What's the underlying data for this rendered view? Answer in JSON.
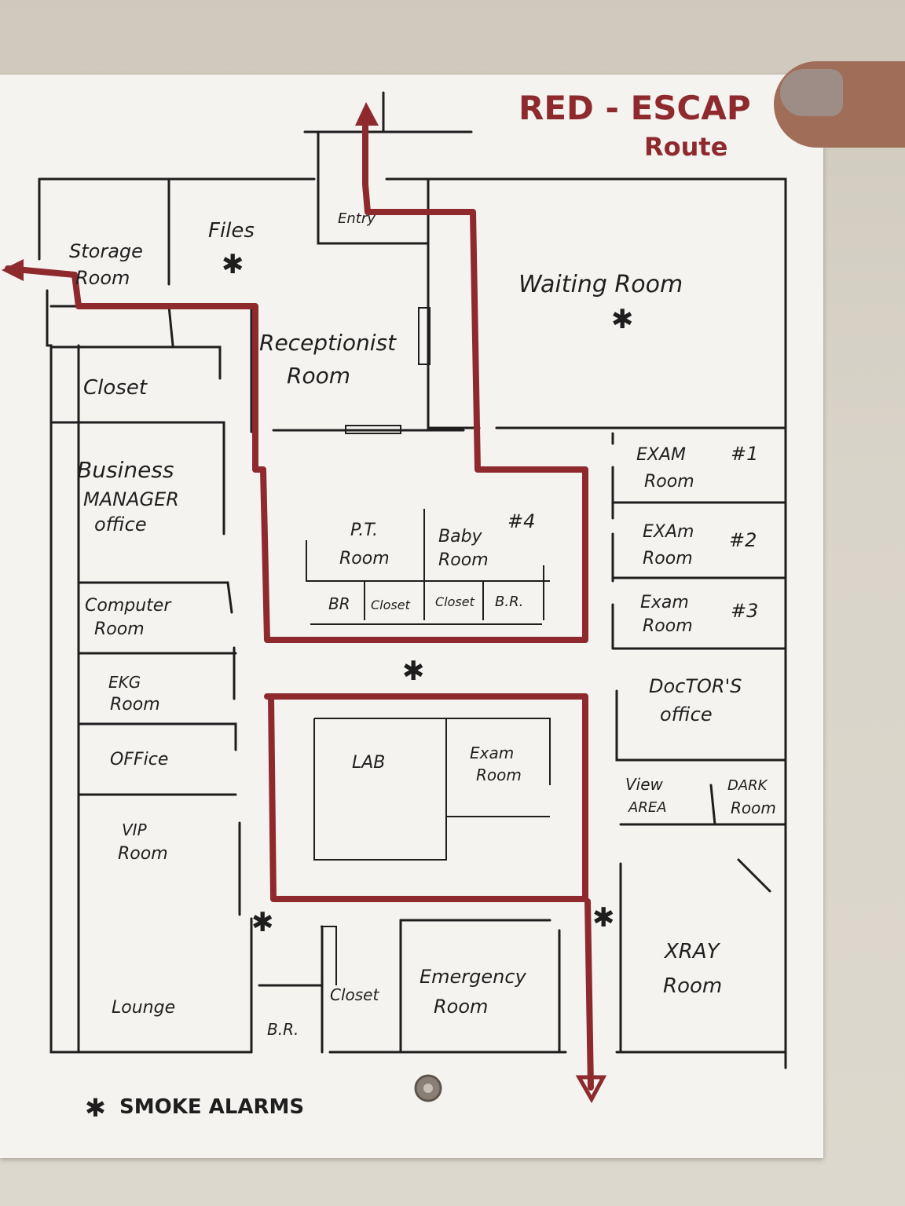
{
  "title": {
    "line1": "RED - ESCAP",
    "line2": "Route"
  },
  "rooms": {
    "storage": [
      "Storage",
      "Room"
    ],
    "files": "Files",
    "entry": "Entry",
    "waiting": "Waiting Room",
    "receptionist": [
      "Receptionist",
      "Room"
    ],
    "closet_top": "Closet",
    "business": [
      "Business",
      "MANAGER",
      "office"
    ],
    "computer": [
      "Computer",
      "Room"
    ],
    "ekg": [
      "EKG",
      "Room"
    ],
    "office": "OFFice",
    "vip": [
      "VIP",
      "Room"
    ],
    "lounge": "Lounge",
    "pt": [
      "P.T.",
      "Room"
    ],
    "baby": [
      "Baby",
      "Room"
    ],
    "num4": "#4",
    "br1": "BR",
    "closet1": "Closet",
    "closet2": "Closet",
    "br2": "B.R.",
    "exam1": [
      "EXAM",
      "Room"
    ],
    "num1": "#1",
    "exam2": [
      "EXAm",
      "Room"
    ],
    "num2": "#2",
    "exam3": [
      "Exam",
      "Room"
    ],
    "num3": "#3",
    "doctor": [
      "DocTOR'S",
      "office"
    ],
    "lab": "LAB",
    "exam_lab": [
      "Exam",
      "Room"
    ],
    "view": [
      "View",
      "AREA"
    ],
    "dark": [
      "DARK",
      "Room"
    ],
    "xray": [
      "XRAY",
      "Room"
    ],
    "emergency": [
      "Emergency",
      "Room"
    ],
    "closet_bottom": "Closet",
    "br_bottom": "B.R."
  },
  "legend": {
    "symbol": "✱",
    "text": "SMOKE ALARMS"
  },
  "colors": {
    "route": "#8e2a2e",
    "ink": "#1e1e1e",
    "paper": "#f4f3ef"
  }
}
